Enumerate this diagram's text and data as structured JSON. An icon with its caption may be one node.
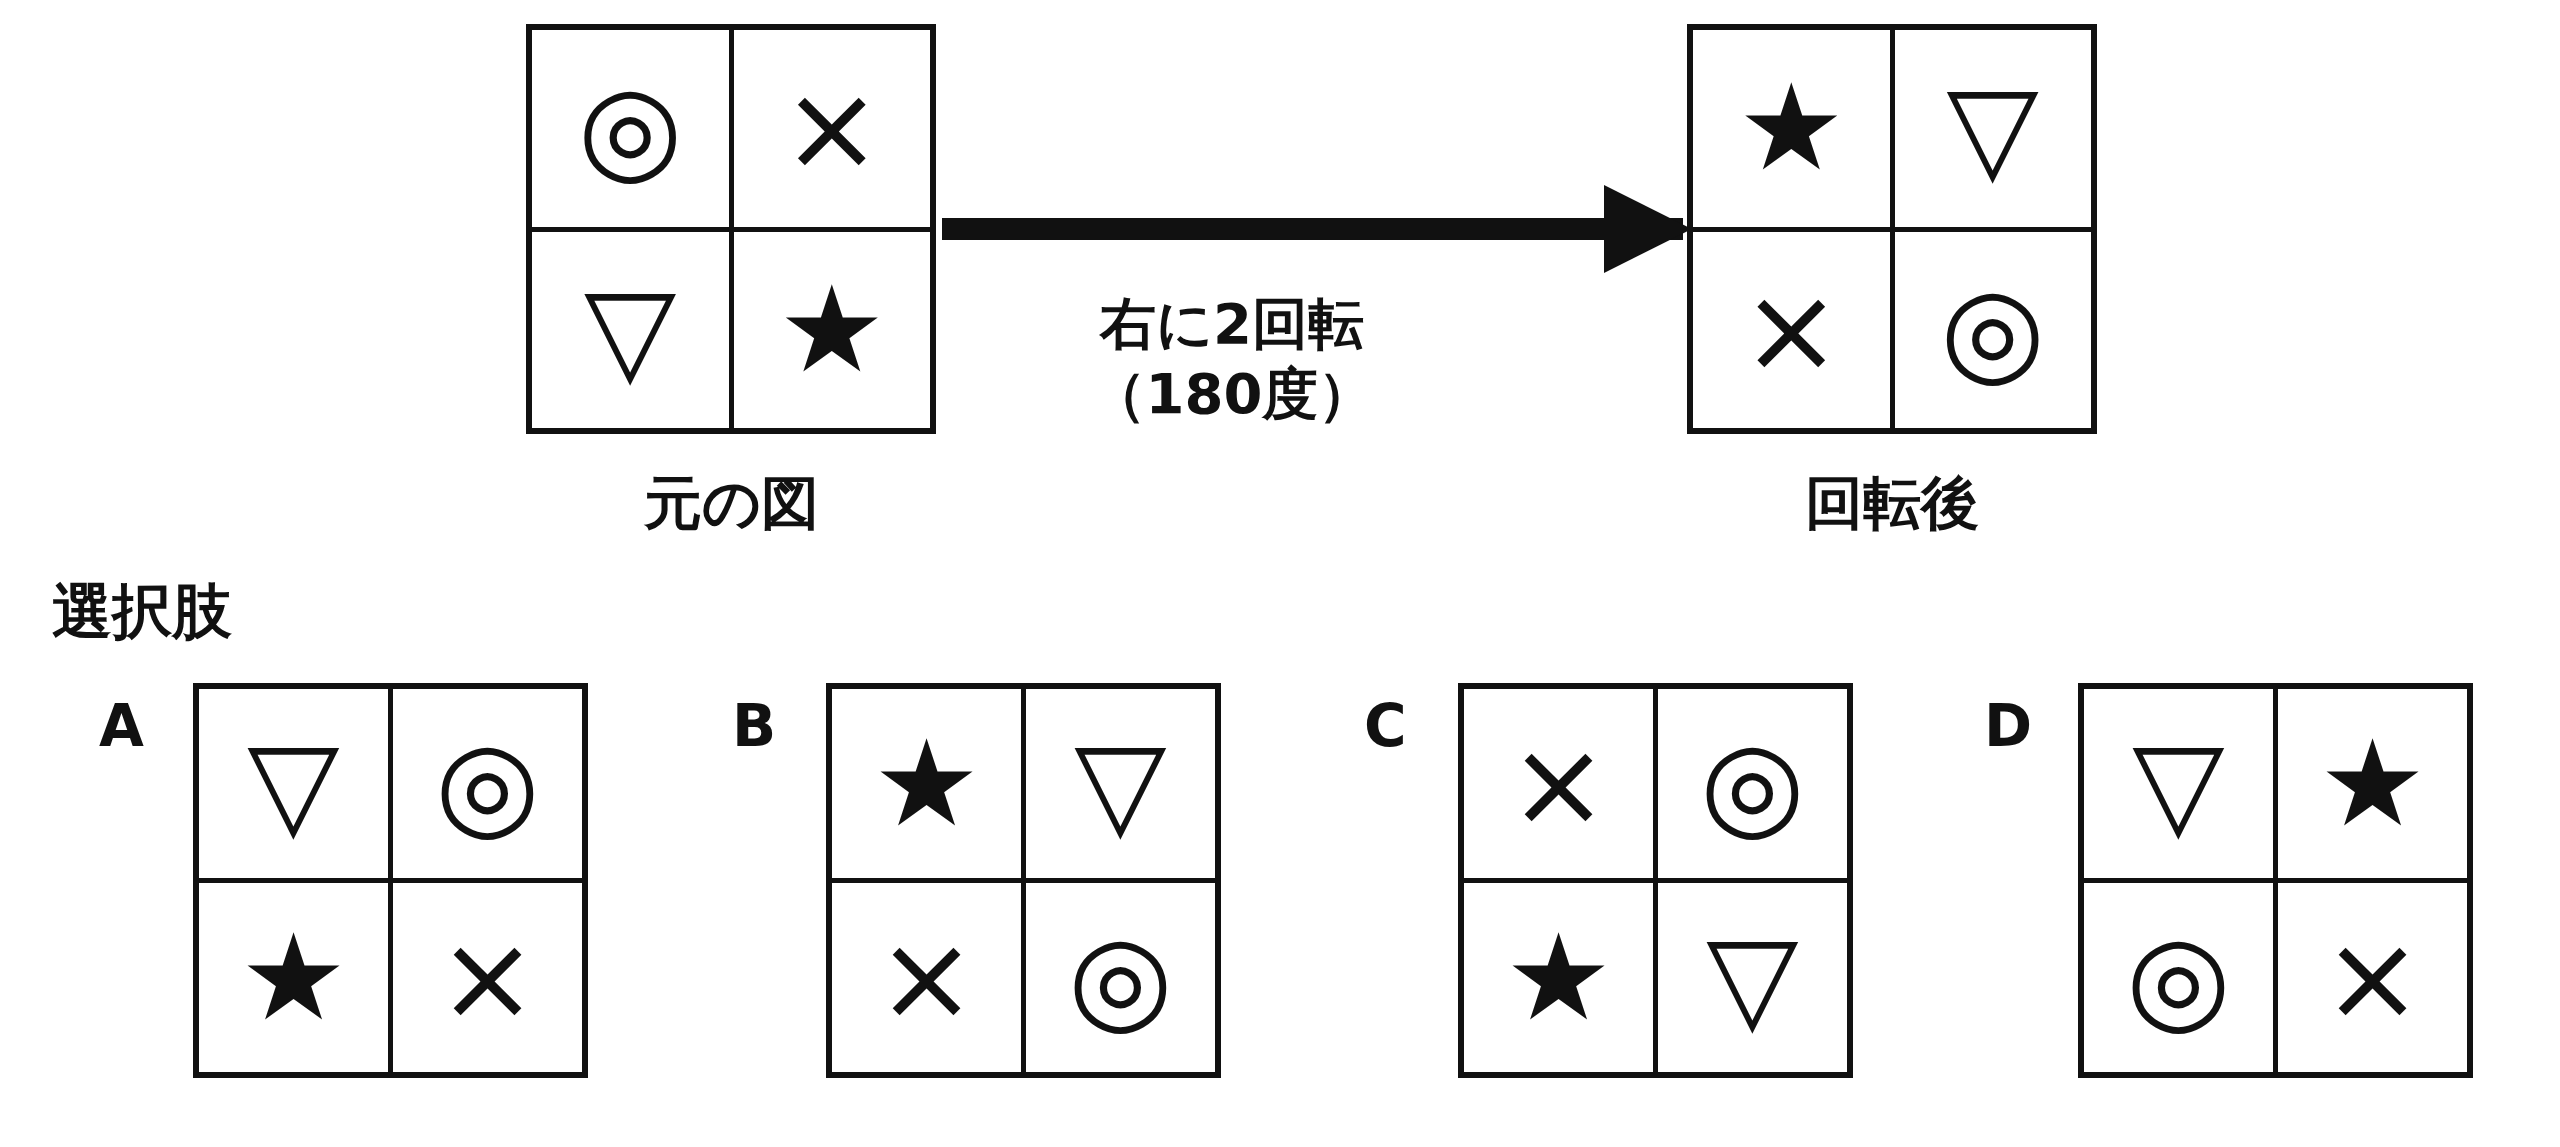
{
  "diagram": {
    "nodes": [
      {
        "text": [
          "元の図"
        ]
      },
      {
        "text": [
          "◎"
        ],
        "in": 0
      },
      {
        "text": [
          "×"
        ],
        "in": 0
      },
      {
        "text": [
          "▽"
        ],
        "in": 0
      },
      {
        "text": [
          "★"
        ],
        "in": 0
      },
      {
        "text": [
          "回転後"
        ]
      },
      {
        "text": [
          "★"
        ],
        "in": 5
      },
      {
        "text": [
          "▽"
        ],
        "in": 5
      },
      {
        "text": [
          "×"
        ],
        "in": 5
      },
      {
        "text": [
          "◎"
        ],
        "in": 5
      },
      {
        "text": [
          "A"
        ]
      },
      {
        "text": [
          "▽"
        ],
        "in": 10
      },
      {
        "text": [
          "◎"
        ],
        "in": 10
      },
      {
        "text": [
          "★"
        ],
        "in": 10
      },
      {
        "text": [
          "×"
        ],
        "in": 10
      },
      {
        "text": [
          "B"
        ]
      },
      {
        "text": [
          "★"
        ],
        "in": 15
      },
      {
        "text": [
          "▽"
        ],
        "in": 15
      },
      {
        "text": [
          "×"
        ],
        "in": 15
      },
      {
        "text": [
          "◎"
        ],
        "in": 15
      },
      {
        "text": [
          "C"
        ]
      },
      {
        "text": [
          "×"
        ],
        "in": 20
      },
      {
        "text": [
          "◎"
        ],
        "in": 20
      },
      {
        "text": [
          "★"
        ],
        "in": 20
      },
      {
        "text": [
          "▽"
        ],
        "in": 20
      },
      {
        "text": [
          "D"
        ]
      },
      {
        "text": [
          "▽"
        ],
        "in": 25
      },
      {
        "text": [
          "★"
        ],
        "in": 25
      },
      {
        "text": [
          "◎"
        ],
        "in": 25
      },
      {
        "text": [
          "×"
        ],
        "in": 25
      }
    ],
    "edges": [
      {
        "from": 0,
        "to": 5,
        "arrow": "to",
        "label": "右に2回転（180度）"
      }
    ],
    "labels": [
      "選択肢"
    ]
  }
}
